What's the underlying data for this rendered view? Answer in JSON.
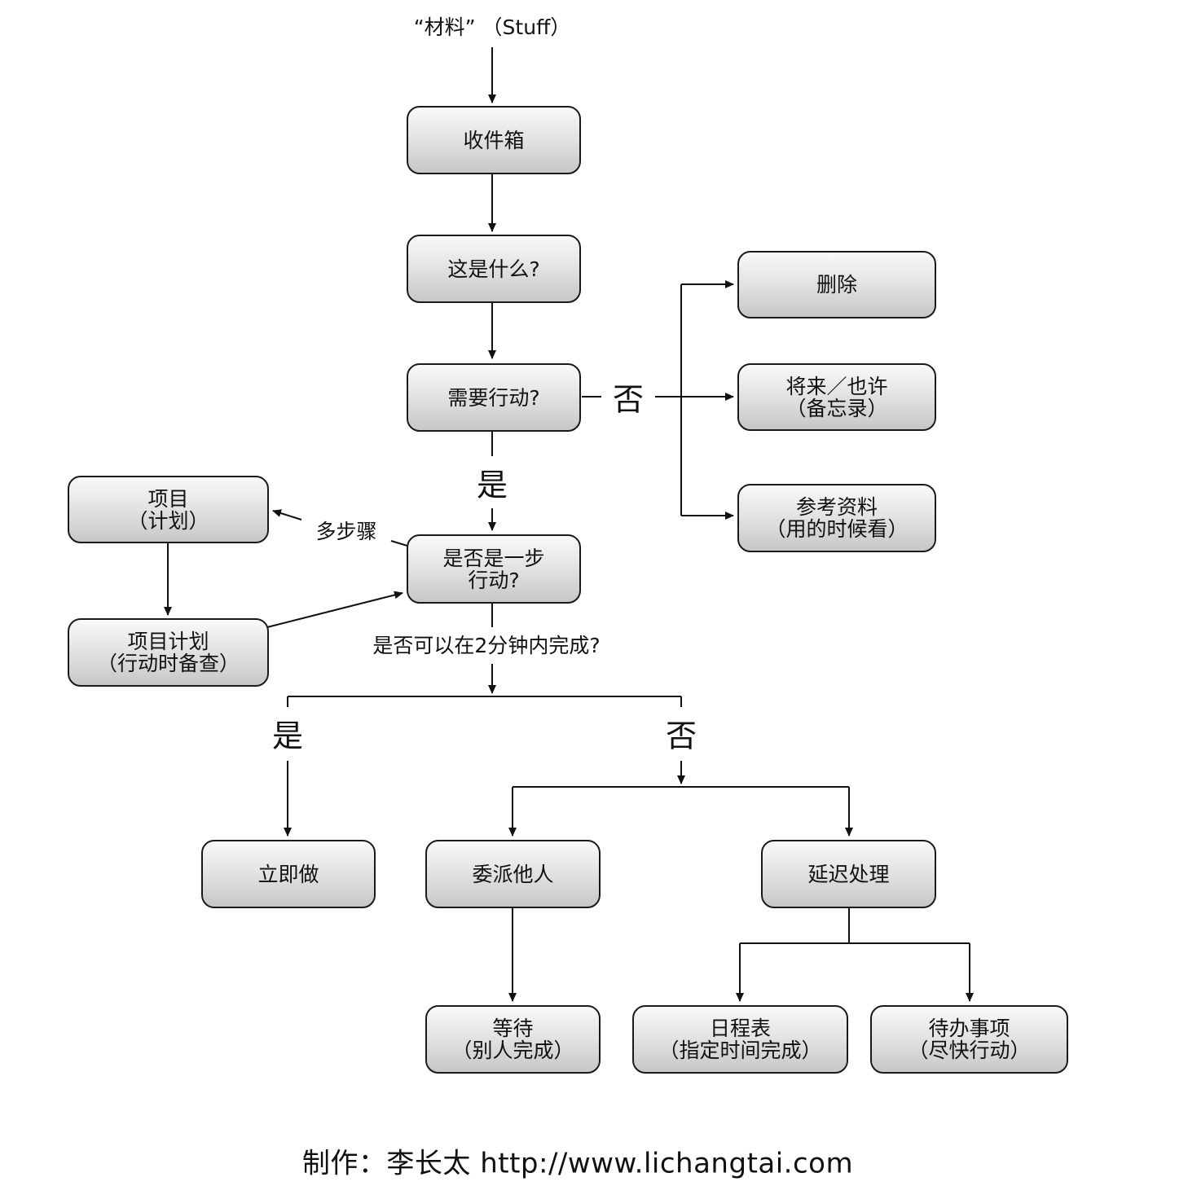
{
  "source_label": "“材料” （Stuff）",
  "nodes": {
    "inbox": "收件箱",
    "what_is_it": "这是什么?",
    "actionable": "需要行动?",
    "trash": "删除",
    "someday_line1": "将来／也许",
    "someday_line2": "（备忘录）",
    "reference_line1": "参考资料",
    "reference_line2": "（用的时候看）",
    "single_step_line1": "是否是一步",
    "single_step_line2": "行动?",
    "projects_line1": "项目",
    "projects_line2": "（计划）",
    "project_plans_line1": "项目计划",
    "project_plans_line2": "（行动时备查）",
    "do_it": "立即做",
    "delegate": "委派他人",
    "defer": "延迟处理",
    "waiting_line1": "等待",
    "waiting_line2": "（别人完成）",
    "calendar_line1": "日程表",
    "calendar_line2": "（指定时间完成）",
    "next_actions_line1": "待办事项",
    "next_actions_line2": "（尽快行动）"
  },
  "labels": {
    "no_actionable": "否",
    "yes_actionable": "是",
    "multi_step": "多步骤",
    "two_minutes": "是否可以在2分钟内完成?",
    "yes_two_min": "是",
    "no_two_min": "否"
  },
  "footer": "制作：李长太   http://www.lichangtai.com"
}
